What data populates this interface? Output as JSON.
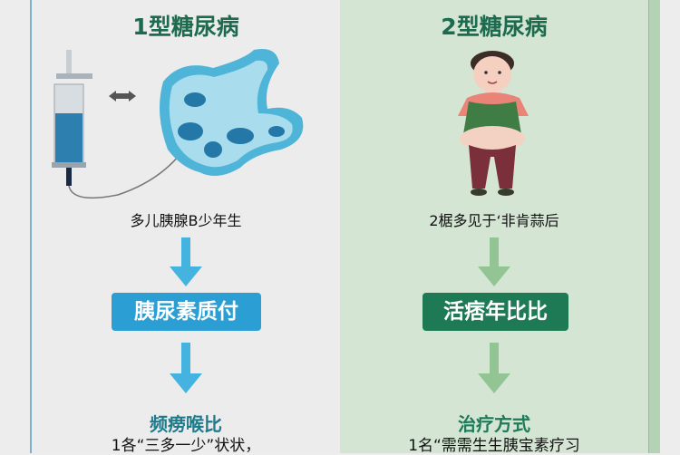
{
  "type1": {
    "title": "1型糖尿病",
    "caption": "多儿胰腺B少年生",
    "box_label": "胰尿素质付",
    "section_heading": "频痨喉比",
    "section_line": "1各“三多一少”状状，",
    "colors": {
      "box": "#2b9fd3",
      "arrow": "#45b3e0",
      "heading": "#1f7a8c"
    }
  },
  "type2": {
    "title": "2型糖尿病",
    "caption": "2椐多见于‘非肯蒜后",
    "box_label": "活痞年比比",
    "section_heading": "治疗方式",
    "section_line": "1名“需需生生胰宝素疗习",
    "colors": {
      "box": "#1e7a55",
      "arrow": "#93c493",
      "heading": "#1e7a5a"
    }
  }
}
